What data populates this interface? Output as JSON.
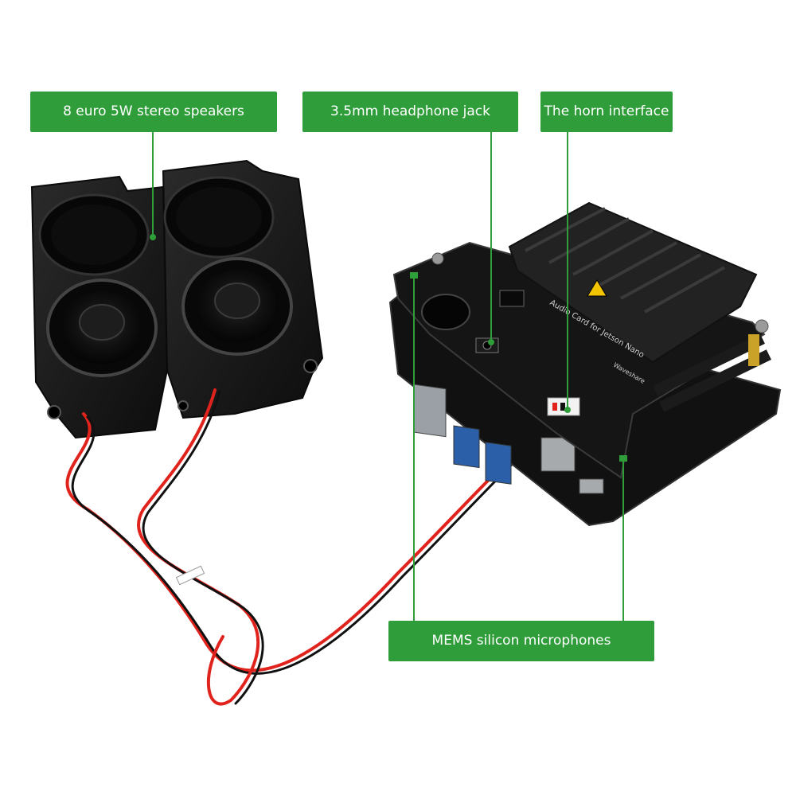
{
  "callouts": {
    "speakers": "8 euro 5W stereo speakers",
    "headphone_jack": "3.5mm headphone jack",
    "horn_interface": "The horn interface",
    "mems": "MEMS silicon microphones"
  },
  "board_silkscreen": {
    "product_name": "Audio Card for Jetson Nano",
    "brand": "Waveshare"
  },
  "colors": {
    "callout_green": "#2f9e3a",
    "speaker_black": "#1a1a1a",
    "wire_red": "#e0231c",
    "wire_black": "#111111",
    "heatsink": "#222222",
    "pcb": "#151515"
  }
}
